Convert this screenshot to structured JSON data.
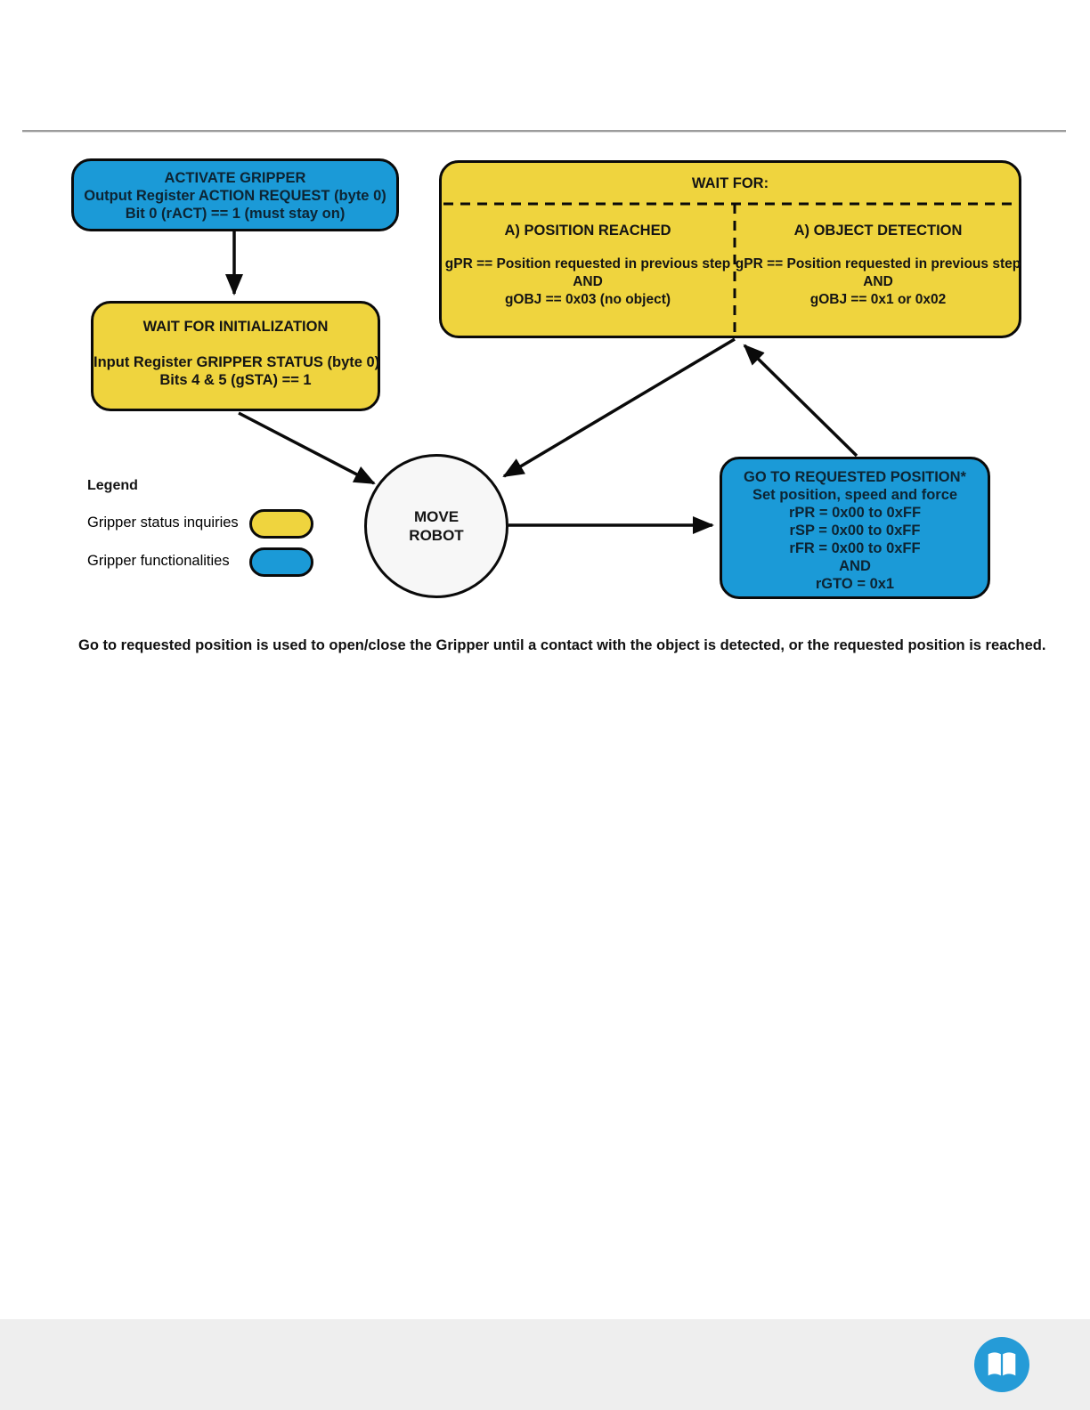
{
  "colors": {
    "status_yellow": "#efd43e",
    "function_blue": "#1b9ad7",
    "outline_black": "#0a0a0a",
    "circle_fill": "#f7f7f7",
    "footer_gray": "#eeeeee",
    "icon_blue": "#259bd7"
  },
  "diagram": {
    "activate_gripper": {
      "title": "ACTIVATE GRIPPER",
      "lines": [
        "Output Register ACTION REQUEST (byte 0)",
        "Bit 0 (rACT) == 1 (must stay on)"
      ]
    },
    "wait_for_initialization": {
      "title": "WAIT FOR INITIALIZATION",
      "lines": [
        "Input Register GRIPPER STATUS (byte 0)",
        "Bits 4 & 5 (gSTA) == 1"
      ]
    },
    "wait_for": {
      "title": "WAIT FOR:",
      "left": {
        "title": "A) POSITION REACHED",
        "lines": [
          "gPR == Position requested in previous step",
          "AND",
          "gOBJ == 0x03 (no object)"
        ]
      },
      "right": {
        "title": "A) OBJECT DETECTION",
        "lines": [
          "gPR == Position requested in previous step",
          "AND",
          "gOBJ == 0x1 or 0x02"
        ]
      }
    },
    "move_robot": {
      "lines": [
        "MOVE",
        "ROBOT"
      ]
    },
    "go_to_requested_position": {
      "title": "GO TO REQUESTED POSITION*",
      "lines": [
        "Set position, speed and force",
        "rPR = 0x00 to 0xFF",
        "rSP = 0x00 to 0xFF",
        "rFR = 0x00 to 0xFF",
        "AND",
        "rGTO = 0x1"
      ]
    }
  },
  "legend": {
    "title": "Legend",
    "items": [
      {
        "label": "Gripper status inquiries",
        "swatch_color": "#efd43e"
      },
      {
        "label": "Gripper functionalities",
        "swatch_color": "#1b9ad7"
      }
    ]
  },
  "footnote": "Go to requested position is used to open/close the Gripper until a contact with the object is detected, or the requested position is reached.",
  "footer": {
    "icon": "open-book-icon"
  }
}
